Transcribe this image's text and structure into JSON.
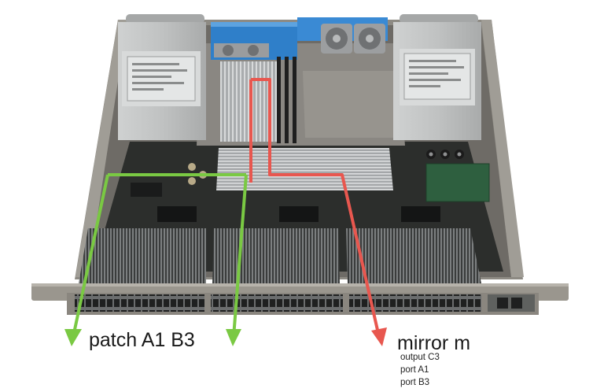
{
  "photo": {
    "subject": "network switch chassis",
    "colors": {
      "chassis": "#8d8a83",
      "board": "#2c2e2c",
      "heatsink": "#b9bbbd",
      "psu": "#c4c6c6",
      "blue_duct": "#2f7fc9",
      "green_trace": "#7ac943",
      "red_trace": "#e8574f"
    }
  },
  "annotations": {
    "patch": {
      "label": "patch A1 B3",
      "color": "#7ac943"
    },
    "mirror": {
      "label": "mirror m",
      "color": "#e8574f",
      "details": [
        "output C3",
        "port A1",
        "port B3"
      ]
    }
  }
}
